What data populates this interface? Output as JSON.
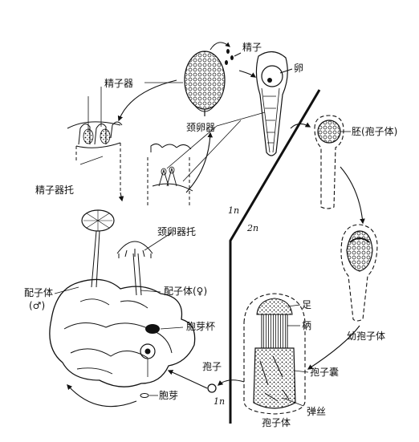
{
  "labels": {
    "sperm": "精子",
    "egg": "卵",
    "antheridium": "精子器",
    "archegonium": "颈卵器",
    "embryo": "胚(孢子体)",
    "antheridiophore": "精子器托",
    "archegoniophore": "颈卵器托",
    "gametophyte_male_line1": "配子体",
    "gametophyte_male_line2": "(♂)",
    "gametophyte_female": "配子体(♀)",
    "gemma_cup": "胞芽杯",
    "gemma": "胞芽",
    "spore": "孢子",
    "foot": "足",
    "seta": "柄",
    "capsule": "孢子囊",
    "elater": "弹丝",
    "sporophyte": "孢子体",
    "young_sporophyte": "幼孢子体",
    "ploidy_haploid": "1n",
    "ploidy_diploid": "2n",
    "ploidy_haploid_spore": "1n"
  },
  "colors": {
    "ink": "#111111",
    "background": "#ffffff"
  }
}
